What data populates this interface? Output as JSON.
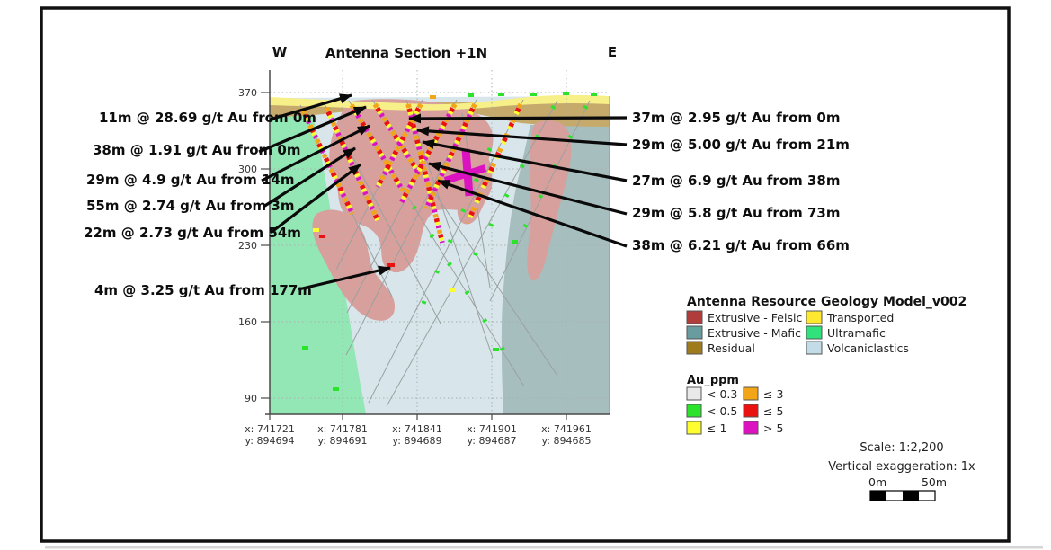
{
  "header": {
    "title": "Antenna Section +1N",
    "west": "W",
    "east": "E"
  },
  "y_axis": {
    "ticks": [
      "370",
      "300",
      "230",
      "160",
      "90"
    ]
  },
  "x_axis": {
    "labels": [
      {
        "x": "x: 741721",
        "y": "y: 894694"
      },
      {
        "x": "x: 741781",
        "y": "y: 894691"
      },
      {
        "x": "x: 741841",
        "y": "y: 894689"
      },
      {
        "x": "x: 741901",
        "y": "y: 894687"
      },
      {
        "x": "x: 741961",
        "y": "y: 894685"
      }
    ]
  },
  "intercepts": {
    "left": [
      "11m @ 28.69 g/t Au from 0m",
      "38m @ 1.91 g/t Au from 0m",
      "29m @ 4.9 g/t Au from 14m",
      "55m @ 2.74 g/t Au from 3m",
      "22m @ 2.73 g/t Au from 54m"
    ],
    "deep": "4m @ 3.25 g/t Au from 177m",
    "right": [
      "37m @ 2.95 g/t Au from 0m",
      "29m @ 5.00 g/t Au from 21m",
      "27m @ 6.9 g/t Au from 38m",
      "29m @ 5.8 g/t Au from 73m",
      "38m @ 6.21 g/t Au from 66m"
    ]
  },
  "geology_legend": {
    "title": "Antenna Resource Geology Model_v002",
    "items": [
      {
        "label": "Extrusive - Felsic",
        "color": "#b03c3c"
      },
      {
        "label": "Extrusive - Mafic",
        "color": "#699c9e"
      },
      {
        "label": "Residual",
        "color": "#9e7b1c"
      },
      {
        "label": "Transported",
        "color": "#ffe930"
      },
      {
        "label": "Ultramafic",
        "color": "#2fe27b"
      },
      {
        "label": "Volcaniclastics",
        "color": "#c4dce8"
      }
    ]
  },
  "au_legend": {
    "title": "Au_ppm",
    "items": [
      {
        "label": "< 0.3",
        "color": "#e9e9e9"
      },
      {
        "label": "< 0.5",
        "color": "#2ae32a"
      },
      {
        "label": "≤ 1",
        "color": "#fdfd2f"
      },
      {
        "label": "≤ 3",
        "color": "#f2a517"
      },
      {
        "label": "≤ 5",
        "color": "#ea1111"
      },
      {
        "label": "> 5",
        "color": "#da12c0"
      }
    ]
  },
  "scale_block": {
    "scale": "Scale: 1:2,200",
    "vertical_exaggeration": "Vertical exaggeration: 1x",
    "bar_start": "0m",
    "bar_end": "50m"
  }
}
